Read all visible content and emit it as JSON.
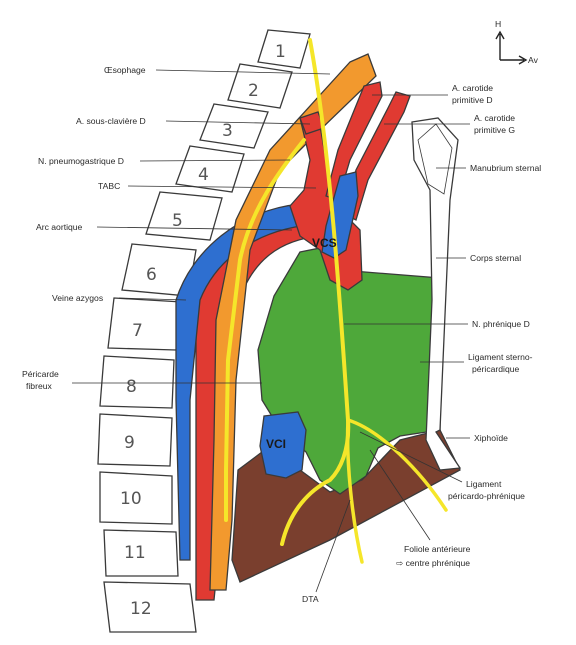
{
  "orientation": {
    "up": "H",
    "forward": "Av"
  },
  "vertebrae": [
    "1",
    "2",
    "3",
    "4",
    "5",
    "6",
    "7",
    "8",
    "9",
    "10",
    "11",
    "12"
  ],
  "structures": {
    "vcs": "VCS",
    "vci": "VCI"
  },
  "labels": {
    "oesophage": "Œsophage",
    "sous_claviere": "A. sous-clavière D",
    "pneumogastrique": "N. pneumogastrique D",
    "tabc": "TABC",
    "arc_aortique": "Arc aortique",
    "veine_azygos": "Veine azygos",
    "pericarde_1": "Péricarde",
    "pericarde_2": "fibreux",
    "carotide_d_1": "A. carotide",
    "carotide_d_2": "primitive D",
    "carotide_g_1": "A. carotide",
    "carotide_g_2": "primitive G",
    "manubrium": "Manubrium sternal",
    "corps_sternal": "Corps sternal",
    "phrenique": "N. phrénique D",
    "lig_sterno_1": "Ligament sterno-",
    "lig_sterno_2": "péricardique",
    "xiphoide": "Xiphoïde",
    "lig_pp_1": "Ligament",
    "lig_pp_2": "péricardo-phrénique",
    "foliole_1": "Foliole antérieure",
    "foliole_2": "⇨ centre phrénique",
    "dta": "DTA"
  },
  "colors": {
    "aorta": "#e03a32",
    "vein": "#2e6fd0",
    "oesophagus": "#f2992e",
    "nerve": "#f5e62a",
    "pericardium": "#4ea83a",
    "diaphragm": "#7a3f2e"
  }
}
